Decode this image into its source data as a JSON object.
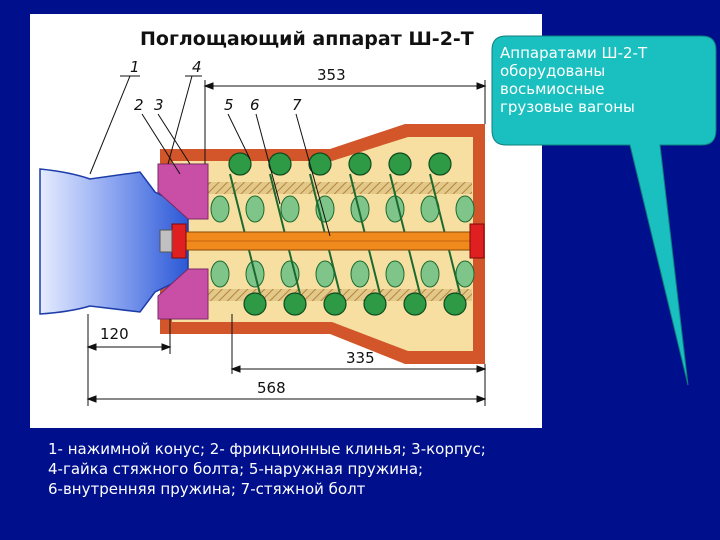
{
  "diagram": {
    "title": "Поглощающий аппарат Ш-2-Т",
    "part_numbers": [
      "1",
      "2",
      "3",
      "4",
      "5",
      "6",
      "7"
    ],
    "dimensions": {
      "overall_length": "568",
      "housing_length": "353",
      "spring_length": "335",
      "cone_length": "120"
    }
  },
  "callout": {
    "text": "Аппаратами Ш-2-Т\nоборудованы\nвосьмиосные\nгрузовые вагоны",
    "fill_color": "#19c0bf"
  },
  "caption": {
    "lines": [
      "1- нажимной конус; 2- фрикционные клинья; 3-корпус;",
      "4-гайка стяжного болта; 5-наружная пружина;",
      "6-внутренняя пружина; 7-стяжной болт"
    ]
  },
  "colors": {
    "background": "#000f8c",
    "panel": "#ffffff",
    "housing": "#d2562a",
    "housing_fill": "#f6dfa1",
    "cone": "#2b58d6",
    "wedge": "#c84fa5",
    "spring": "#2e9a45",
    "bolt": "#f08a1c",
    "nut": "#e02020"
  }
}
